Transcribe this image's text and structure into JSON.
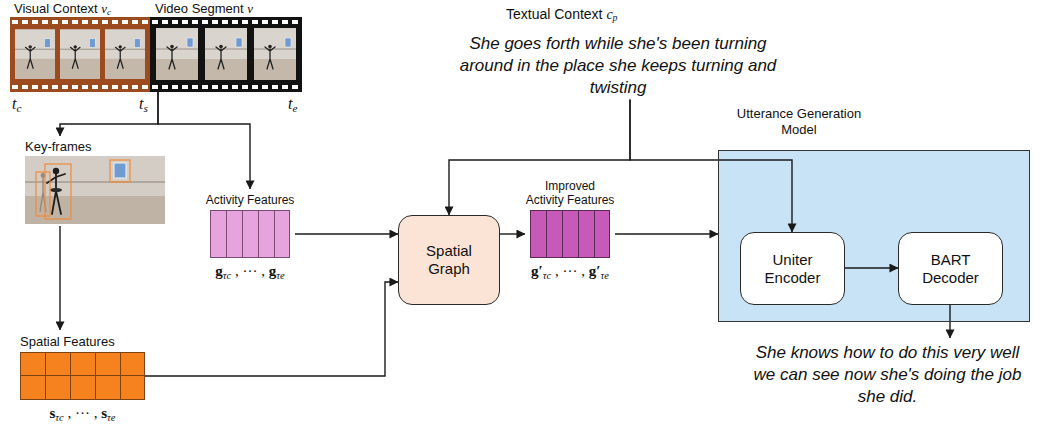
{
  "diagram": {
    "nodes": [
      {
        "text": [
          "Visual Context vc"
        ]
      },
      {
        "text": [
          "Video Segment v"
        ]
      },
      {
        "text": [
          "Textual Context cp",
          "She goes forth while she's been turning around in the place she keeps turning and twisting"
        ]
      },
      {
        "text": [
          "Key-frames"
        ]
      },
      {
        "text": [
          "Activity Features",
          "gτc , ··· , gτe"
        ]
      },
      {
        "text": [
          "Spatial Graph"
        ]
      },
      {
        "text": [
          "Improved Activity Features",
          "g′τc , ··· , g′τe"
        ]
      },
      {
        "text": [
          "Utterance Generation Model"
        ]
      },
      {
        "text": [
          "Uniter Encoder"
        ],
        "in": 7
      },
      {
        "text": [
          "BART Decoder"
        ],
        "in": 7
      },
      {
        "text": [
          "Spatial Features",
          "sτc , ··· , sτe"
        ]
      },
      {
        "text": [
          "She knows how to do this very well we can see now she's doing the job she did."
        ]
      }
    ],
    "edges": [
      {
        "from": 1,
        "to": 3,
        "arrow": "to"
      },
      {
        "from": 1,
        "to": 4,
        "arrow": "to"
      },
      {
        "from": 2,
        "to": 5,
        "arrow": "to"
      },
      {
        "from": 2,
        "to": 8,
        "arrow": "to"
      },
      {
        "from": 3,
        "to": 10,
        "arrow": "to"
      },
      {
        "from": 4,
        "to": 5,
        "arrow": "to"
      },
      {
        "from": 10,
        "to": 5,
        "arrow": "to"
      },
      {
        "from": 5,
        "to": 6,
        "arrow": "to"
      },
      {
        "from": 6,
        "to": 7,
        "arrow": "to"
      },
      {
        "from": 8,
        "to": 9,
        "arrow": "to"
      },
      {
        "from": 9,
        "to": 11,
        "arrow": "to"
      }
    ],
    "labels": [
      "tc",
      "ts",
      "te"
    ]
  }
}
